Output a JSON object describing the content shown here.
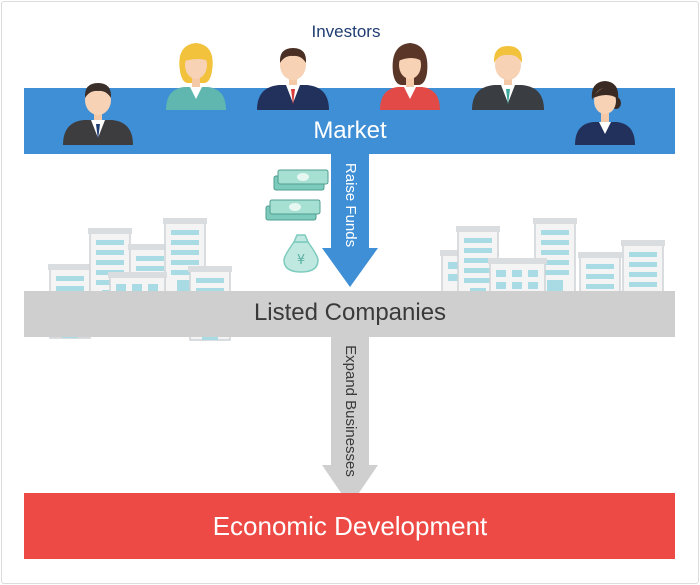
{
  "diagram": {
    "investors_label": "Investors",
    "market_label": "Market",
    "raise_funds_label": "Raise Funds",
    "listed_companies_label": "Listed Companies",
    "expand_businesses_label": "Expand Businesses",
    "economic_development_label": "Economic Development",
    "money_bag_symbol": "¥"
  },
  "colors": {
    "market_band": "#3f8fd6",
    "arrow_blue": "#3f8fd6",
    "companies_band": "#cfcfcf",
    "arrow_gray": "#cfcfcf",
    "economic_band": "#ee4a45",
    "investors_text": "#1f3d72"
  },
  "icons": [
    "investor-man-dark-suit-icon",
    "investor-woman-teal-icon",
    "investor-man-navy-suit-icon",
    "investor-woman-red-icon",
    "investor-man-gray-suit-icon",
    "investor-woman-navy-icon",
    "cash-stack-icon",
    "money-bag-icon",
    "office-building-icon"
  ]
}
